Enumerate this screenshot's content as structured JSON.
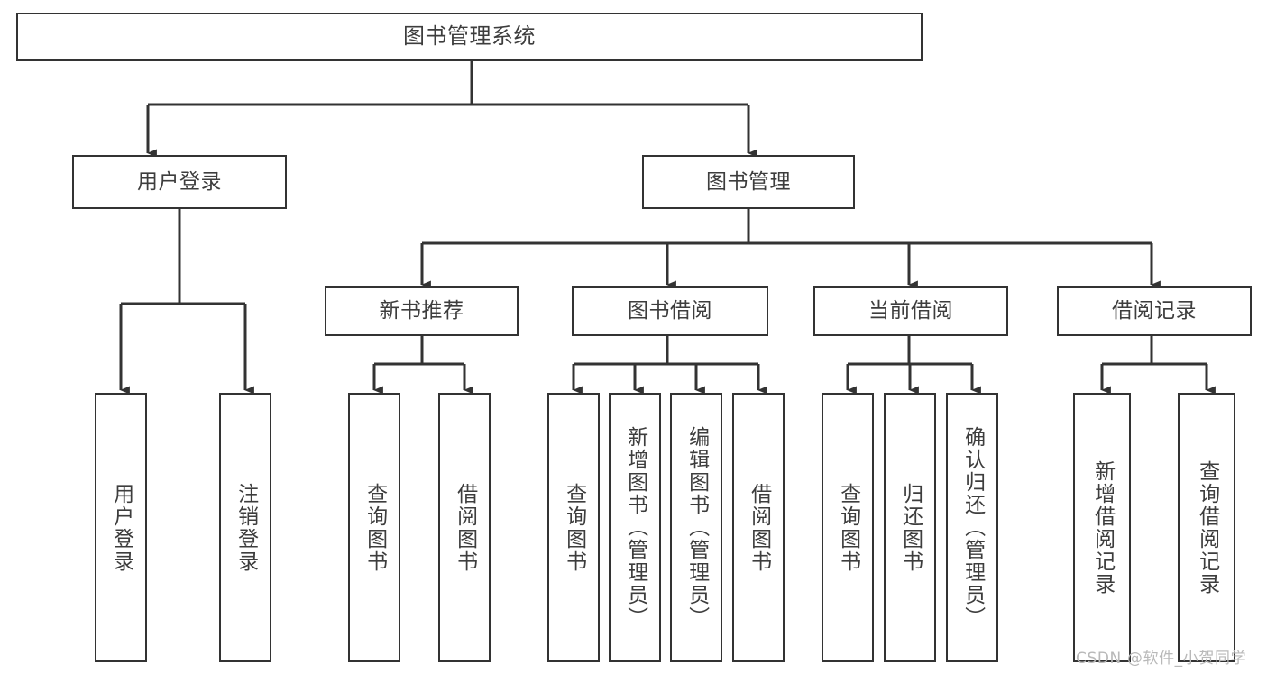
{
  "diagram": {
    "type": "tree-hierarchy",
    "title": "图书管理系统 功能结构图",
    "colors": {
      "box_stroke": "#333333",
      "box_fill": "#ffffff",
      "edge_stroke": "#333333",
      "text": "#3d3d3d",
      "watermark": "#b9b9b9",
      "background": "#ffffff"
    },
    "watermark": "CSDN @软件_小贺同学",
    "root": {
      "id": "root",
      "label": "图书管理系统"
    },
    "level2": [
      {
        "id": "user-login",
        "label": "用户登录"
      },
      {
        "id": "book-manage",
        "label": "图书管理"
      }
    ],
    "level3": [
      {
        "id": "new-book-rec",
        "label": "新书推荐",
        "parent": "book-manage"
      },
      {
        "id": "book-borrow",
        "label": "图书借阅",
        "parent": "book-manage"
      },
      {
        "id": "current-borrow",
        "label": "当前借阅",
        "parent": "book-manage"
      },
      {
        "id": "borrow-record",
        "label": "借阅记录",
        "parent": "book-manage"
      }
    ],
    "leaves": [
      {
        "id": "leaf-user-login",
        "label": "用户登录",
        "parent": "user-login"
      },
      {
        "id": "leaf-logout-login",
        "label": "注销登录",
        "parent": "user-login"
      },
      {
        "id": "leaf-query-book-1",
        "label": "查询图书",
        "parent": "new-book-rec"
      },
      {
        "id": "leaf-borrow-book-1",
        "label": "借阅图书",
        "parent": "new-book-rec"
      },
      {
        "id": "leaf-query-book-2",
        "label": "查询图书",
        "parent": "book-borrow"
      },
      {
        "id": "leaf-add-book",
        "label": "新增图书（管理员）",
        "parent": "book-borrow"
      },
      {
        "id": "leaf-edit-book",
        "label": "编辑图书（管理员）",
        "parent": "book-borrow"
      },
      {
        "id": "leaf-borrow-book-2",
        "label": "借阅图书",
        "parent": "book-borrow"
      },
      {
        "id": "leaf-query-book-3",
        "label": "查询图书",
        "parent": "current-borrow"
      },
      {
        "id": "leaf-return-book",
        "label": "归还图书",
        "parent": "current-borrow"
      },
      {
        "id": "leaf-confirm-return",
        "label": "确认归还（管理员）",
        "parent": "current-borrow"
      },
      {
        "id": "leaf-add-record",
        "label": "新增借阅记录",
        "parent": "borrow-record"
      },
      {
        "id": "leaf-query-record",
        "label": "查询借阅记录",
        "parent": "borrow-record"
      }
    ]
  }
}
